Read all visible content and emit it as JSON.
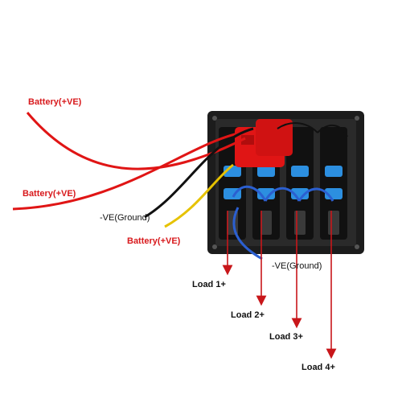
{
  "colors": {
    "label_red": "#d8191c",
    "label_black": "#111111",
    "wire_red": "#e01515",
    "wire_black": "#111111",
    "wire_yellow": "#e6c200",
    "wire_blue": "#2b5fd0",
    "panel": "#1c1c1c",
    "switch_blue": "#2c8fe0",
    "pointer_red": "#c8161a"
  },
  "labels": {
    "battery_1": "Battery(+VE)",
    "battery_2": "Battery(+VE)",
    "battery_3": "Battery(+VE)",
    "ground_1": "-VE(Ground)",
    "ground_2": "-VE(Ground)",
    "load_1": "Load 1+",
    "load_2": "Load 2+",
    "load_3": "Load 3+",
    "load_4": "Load 4+"
  }
}
